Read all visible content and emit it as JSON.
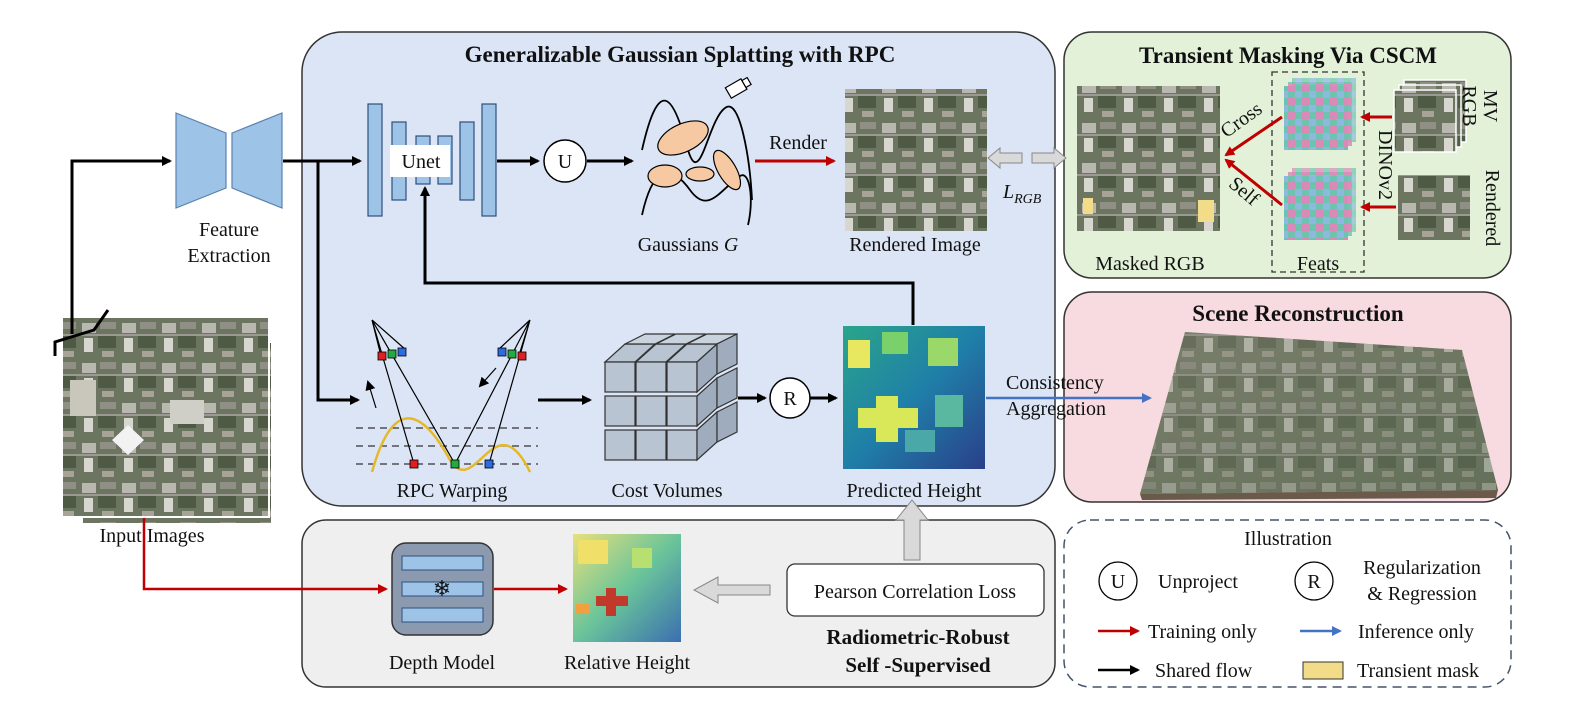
{
  "panels": {
    "gs_title": "Generalizable  Gaussian Splatting with RPC",
    "transient_title": "Transient Masking Via CSCM",
    "scene_title": "Scene Reconstruction",
    "radiometric_title_1": "Radiometric-Robust",
    "radiometric_title_2": "Self -Supervised",
    "illustration_title": "Illustration"
  },
  "labels": {
    "feature_extraction_1": "Feature",
    "feature_extraction_2": "Extraction",
    "input_images": "Input Images",
    "unet": "Unet",
    "u_symbol": "U",
    "r_symbol": "R",
    "render": "Render",
    "gaussians": "Gaussians ",
    "gaussians_symbol": "G",
    "rendered_image": "Rendered Image",
    "l_rgb": "L",
    "l_rgb_sub": "RGB",
    "rpc_warping": "RPC Warping",
    "cost_volumes": "Cost Volumes",
    "predicted_height": "Predicted Height",
    "consistency_1": "Consistency",
    "consistency_2": "Aggregation",
    "masked_rgb": "Masked RGB",
    "feats": "Feats",
    "cross": "Cross",
    "self": "Self",
    "dinov2": "DINOv2",
    "mv_rgb_1": "MV",
    "mv_rgb_2": "RGB",
    "rendered_side": "Rendered",
    "pearson_loss": "Pearson Correlation Loss",
    "depth_model": "Depth Model",
    "relative_height": "Relative Height"
  },
  "legend": {
    "unproject": "Unproject",
    "regularization_1": "Regularization",
    "regularization_2": "& Regression",
    "training_only": "Training only",
    "inference_only": "Inference only",
    "shared_flow": "Shared flow",
    "transient_mask": "Transient mask"
  },
  "colors": {
    "gs_panel": "#dbe5f5",
    "transient_panel": "#e3f1d9",
    "scene_panel": "#f7dbe0",
    "radiometric_panel": "#efefef",
    "training_arrow": "#c00000",
    "inference_arrow": "#4472c4",
    "shared_arrow": "#000000",
    "network_blue": "#9dc3e6",
    "transient_mask": "#f2dc8a"
  }
}
